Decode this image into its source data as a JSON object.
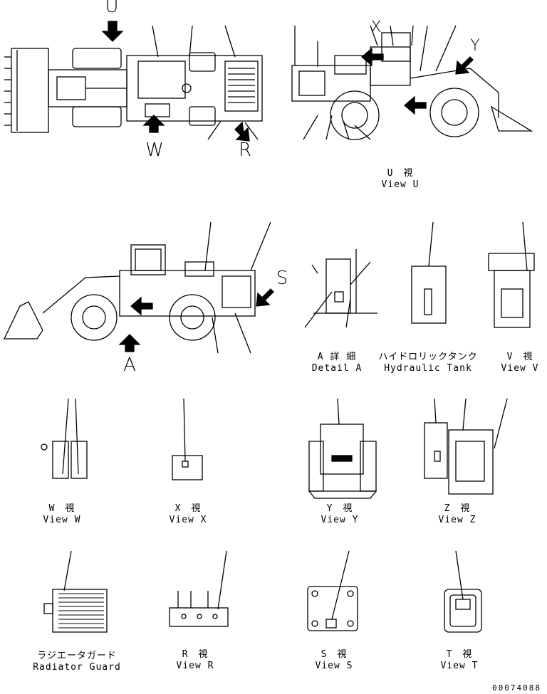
{
  "letters": {
    "U": "U",
    "W": "W",
    "R": "R",
    "X": "X",
    "Y": "Y",
    "A": "A",
    "S": "S"
  },
  "captions": {
    "view_u": {
      "jp": "U　視",
      "en": "View U"
    },
    "detail_a": {
      "jp": "A 詳 細",
      "en": "Detail A"
    },
    "hyd_tank": {
      "jp": "ハイドロリックタンク",
      "en": "Hydraulic Tank"
    },
    "view_v": {
      "jp": "V　視",
      "en": "View V"
    },
    "view_w": {
      "jp": "W　視",
      "en": "View W"
    },
    "view_x": {
      "jp": "X　視",
      "en": "View X"
    },
    "view_y": {
      "jp": "Y　視",
      "en": "View Y"
    },
    "view_z": {
      "jp": "Z　視",
      "en": "View Z"
    },
    "rad_guard": {
      "jp": "ラジエータガード",
      "en": "Radiator Guard"
    },
    "view_r": {
      "jp": "R　視",
      "en": "View R"
    },
    "view_s": {
      "jp": "S　視",
      "en": "View S"
    },
    "view_t": {
      "jp": "T　視",
      "en": "View T"
    }
  },
  "drawing_number": "00074088"
}
